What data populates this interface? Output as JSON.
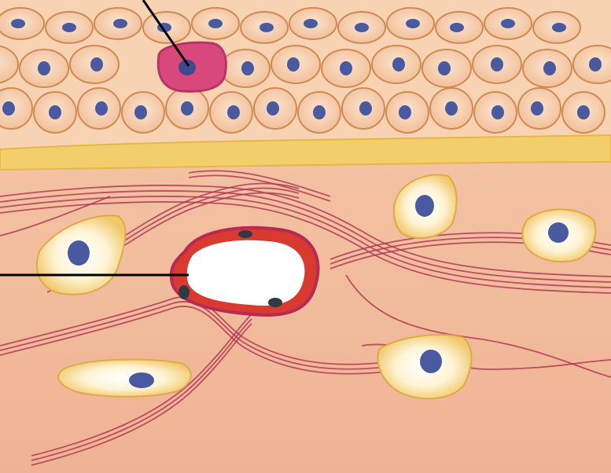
{
  "diagram": {
    "labels": [],
    "colors": {
      "epithelium_cell": "#f6c9a4",
      "epithelium_outline": "#d08a52",
      "nucleus": "#4a5aa0",
      "highlighted_cell": "#d8487a",
      "basement_membrane": "#f2cf6a",
      "connective_tissue": "#f2b99a",
      "fibroblast_fill": "#f6d98a",
      "fibroblast_core": "#ffffff",
      "fiber": "#b23a55",
      "vessel_wall": "#d83a2f",
      "vessel_lumen": "#ffffff",
      "leader_line": "#000000"
    },
    "structures": [
      "stratified-epithelium",
      "pigmented-cell",
      "basement-membrane",
      "connective-tissue",
      "fibroblast-cells",
      "blood-vessel-capillary",
      "elastic-fibers"
    ]
  }
}
